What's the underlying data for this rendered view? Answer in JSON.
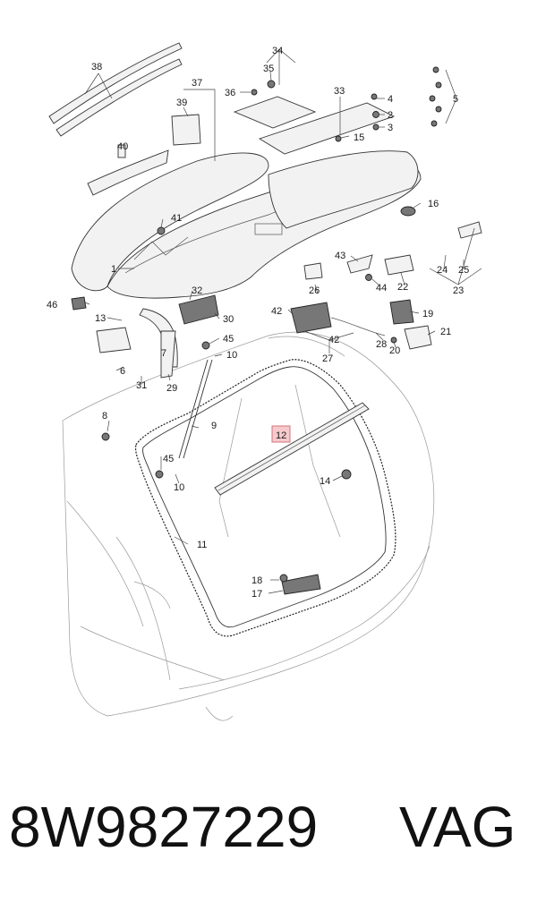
{
  "diagram": {
    "part_number": "8W9827229",
    "brand": "VAG",
    "highlighted_label": "12",
    "callouts": [
      "1",
      "2",
      "3",
      "4",
      "5",
      "6",
      "7",
      "8",
      "9",
      "10",
      "10",
      "11",
      "12",
      "13",
      "14",
      "15",
      "16",
      "17",
      "18",
      "19",
      "20",
      "21",
      "22",
      "23",
      "24",
      "25",
      "26",
      "27",
      "28",
      "29",
      "30",
      "31",
      "32",
      "33",
      "34",
      "35",
      "36",
      "37",
      "38",
      "39",
      "40",
      "41",
      "42",
      "42",
      "43",
      "44",
      "45",
      "45",
      "46"
    ]
  }
}
